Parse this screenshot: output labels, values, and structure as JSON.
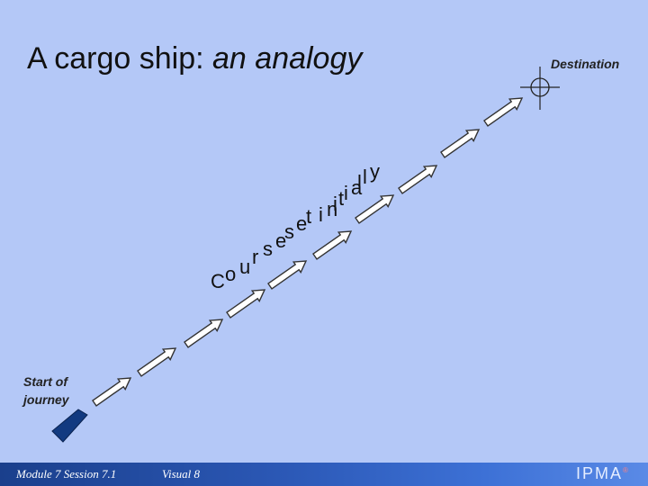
{
  "title": {
    "main": "A cargo ship: ",
    "emphasis": "an analogy"
  },
  "destination_label": "Destination",
  "start_label": "Start of journey",
  "course_label": [
    "C",
    "o",
    "u",
    "r",
    "s",
    "e",
    "s",
    "e",
    "t",
    "i",
    "n",
    "i",
    "t",
    "i",
    "a",
    "l",
    "l",
    "y"
  ],
  "footer": {
    "module": "Module 7  Session 7.1",
    "visual": "Visual 8",
    "logo": "IPMA",
    "logo_mark": "®"
  },
  "colors": {
    "background": "#b4c8f7",
    "arrow_fill": "#ffffff",
    "arrow_stroke": "#333333",
    "ship": "#123a80",
    "footer_bar": "#2c59b7"
  },
  "icons": {
    "destination": "crosshair-target-icon",
    "ship": "ship-icon"
  }
}
